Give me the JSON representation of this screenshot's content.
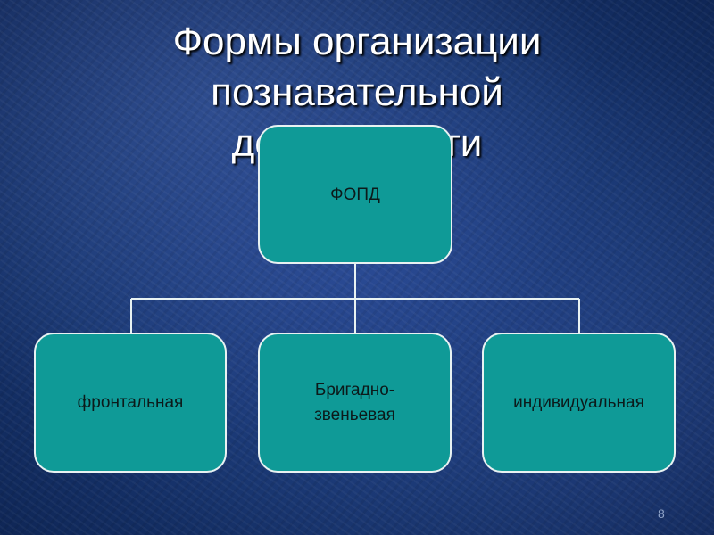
{
  "title": {
    "line1": "Формы организации",
    "line2": "познавательной",
    "line3": "деятельности"
  },
  "diagram": {
    "root": {
      "label": "ФОПД"
    },
    "children": [
      {
        "label": "фронтальная"
      },
      {
        "label": "Бригадно-\nзвеньевая"
      },
      {
        "label": "индивидуальная"
      }
    ]
  },
  "slide_number": "8",
  "colors": {
    "background": "#17356f",
    "node_fill": "#0f9a97",
    "node_border": "#e8f2f2",
    "connector": "#e8f2f2",
    "title_text": "#ffffff"
  }
}
